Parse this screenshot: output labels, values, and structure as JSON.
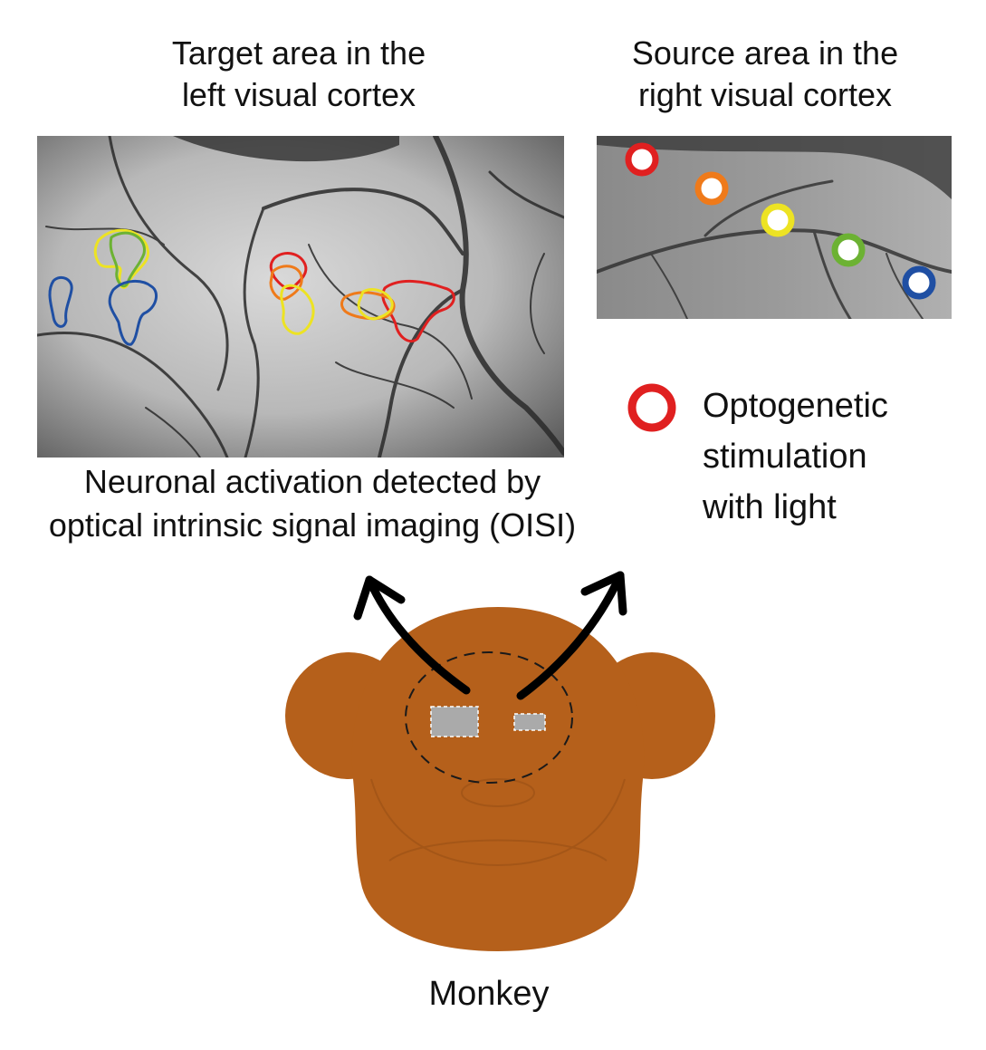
{
  "labels": {
    "target_title": [
      "Target area in the",
      "left visual cortex"
    ],
    "source_title": [
      "Source area in the",
      "right visual cortex"
    ],
    "oisi_caption": [
      "Neuronal activation detected by",
      "optical intrinsic signal imaging (OISI)"
    ],
    "legend": [
      "Optogenetic",
      "stimulation",
      "with light"
    ],
    "monkey": "Monkey"
  },
  "colors": {
    "monkey_body": "#b5601b",
    "stim_red": "#e02020",
    "stim_orange": "#ef7a1a",
    "stim_yellow": "#ede323",
    "stim_green": "#6cb233",
    "stim_blue": "#1f4fa3",
    "window_gray": "#aaaaaa"
  },
  "stimulation_sites": [
    "red",
    "orange",
    "yellow",
    "green",
    "blue"
  ],
  "icons": [
    "stimulation-ring-icon",
    "arrow-icon",
    "monkey-head-icon"
  ]
}
